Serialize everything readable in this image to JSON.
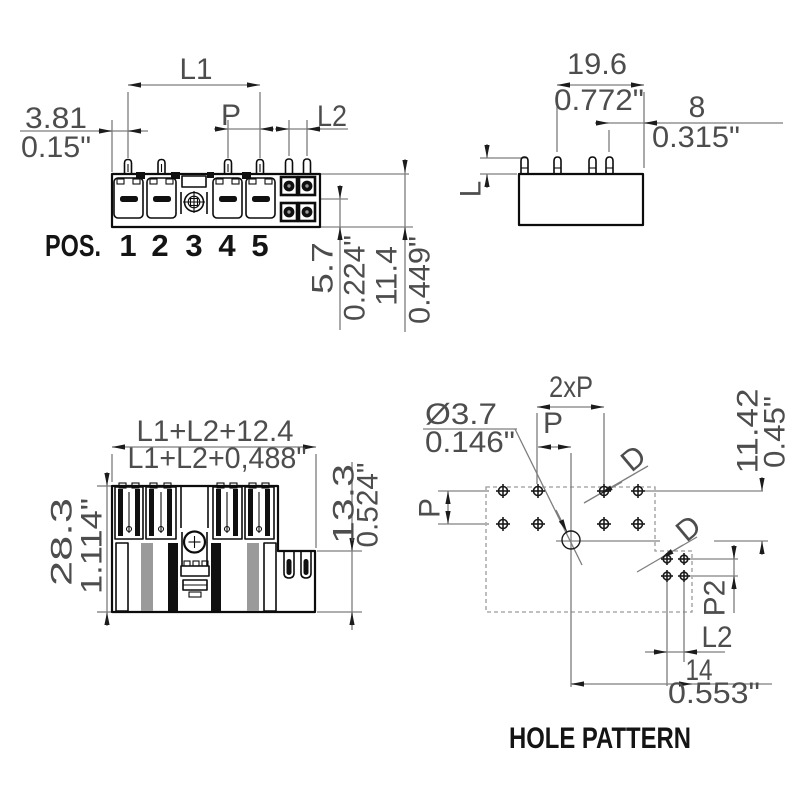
{
  "drawing_title": "HOLE PATTERN",
  "top_view": {
    "pos_label": "POS.",
    "positions": [
      "1",
      "2",
      "3",
      "4",
      "5"
    ],
    "dim_l1": "L1",
    "dim_p": "P",
    "dim_l2": "L2",
    "dim_offset_mm": "3.81",
    "dim_offset_in": "0.15\"",
    "dim_rowpitch_mm": "5.7",
    "dim_rowpitch_in": "0.224\"",
    "dim_height_mm": "11.4",
    "dim_height_in": "0.449\""
  },
  "side_view": {
    "dim_width_mm": "19.6",
    "dim_width_in": "0.772\"",
    "dim_pin_offset_mm": "8",
    "dim_pin_offset_in": "0.315\"",
    "dim_pin_length": "L"
  },
  "front_view": {
    "dim_width_mm": "L1+L2+12.4",
    "dim_width_in": "L1+L2+0,488\"",
    "dim_height_mm": "28.3",
    "dim_height_in": "1.114\"",
    "dim_step_mm": "13.3",
    "dim_step_in": "0.524\""
  },
  "hole_pattern": {
    "title": "HOLE PATTERN",
    "dim_two_pitch": "2xP",
    "dim_pitch": "P",
    "dim_pitch_vert": "P",
    "dim_dia_mm": "Ø3.7",
    "dim_dia_in": "0.146\"",
    "dim_offset_mm": "11.42",
    "dim_offset_in": "0.45\"",
    "dim_d_label_1": "D",
    "dim_d_label_2": "D",
    "dim_p2": "P2",
    "dim_l2": "L2",
    "dim_end_mm": "14",
    "dim_end_in": "0.553\""
  }
}
